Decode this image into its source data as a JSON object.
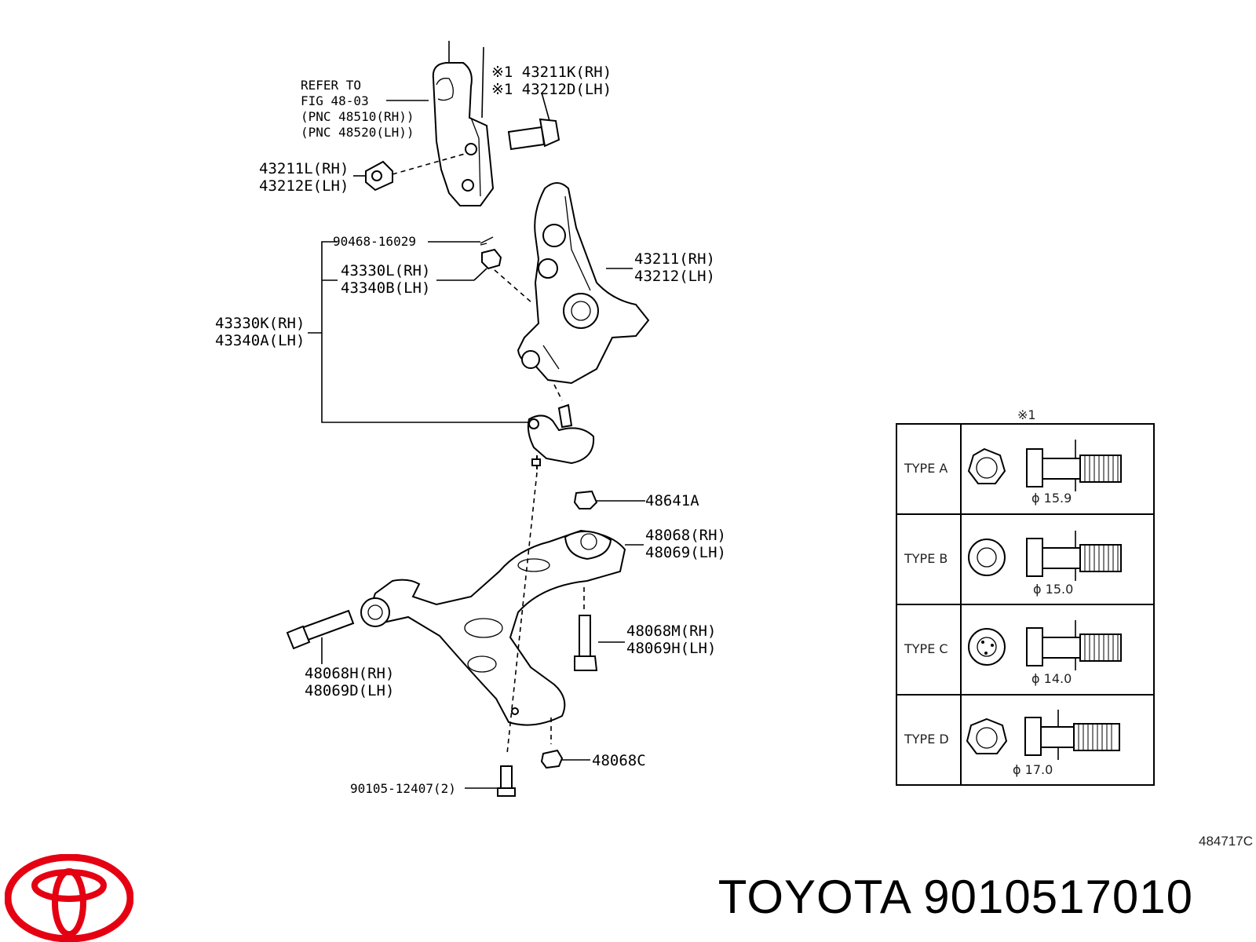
{
  "diagram": {
    "labels": {
      "refer_1": "REFER TO",
      "refer_2": "FIG 48-03",
      "refer_3": "(PNC 48510(RH))",
      "refer_4": "(PNC 48520(LH))",
      "bolt_rh": "※1 43211K(RH)",
      "bolt_lh": "※1 43212D(LH)",
      "nut_rh": "43211L(RH)",
      "nut_lh": "43212E(LH)",
      "cotter": "90468-16029",
      "nut2_rh": "43330L(RH)",
      "nut2_lh": "43340B(LH)",
      "balljoint_rh": "43330K(RH)",
      "balljoint_lh": "43340A(LH)",
      "knuckle_rh": "43211(RH)",
      "knuckle_lh": "43212(LH)",
      "nut3": "48641A",
      "arm_rh": "48068(RH)",
      "arm_lh": "48069(LH)",
      "bolt2_rh": "48068M(RH)",
      "bolt2_lh": "48069H(LH)",
      "bolt3_rh": "48068H(RH)",
      "bolt3_lh": "48069D(LH)",
      "nut4": "48068C",
      "bolt4": "90105-12407(2)"
    },
    "table": {
      "header": "※1",
      "rows": [
        {
          "type": "TYPE A",
          "dim": "ϕ 15.9"
        },
        {
          "type": "TYPE B",
          "dim": "ϕ 15.0"
        },
        {
          "type": "TYPE C",
          "dim": "ϕ 14.0"
        },
        {
          "type": "TYPE D",
          "dim": "ϕ 17.0"
        }
      ]
    }
  },
  "footer": {
    "ref_code": "484717C",
    "title": "TOYOTA 9010517010",
    "brand_color": "#e50012"
  }
}
